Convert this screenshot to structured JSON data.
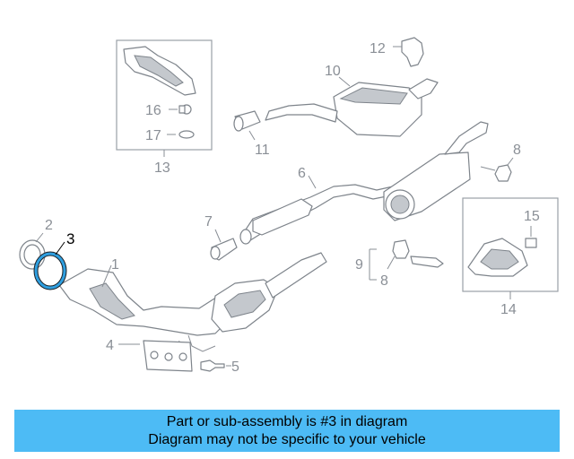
{
  "callouts": {
    "c1": "1",
    "c2": "2",
    "c3": "3",
    "c4": "4",
    "c5": "5",
    "c6": "6",
    "c7": "7",
    "c8a": "8",
    "c8b": "8",
    "c9": "9",
    "c10": "10",
    "c11": "11",
    "c12": "12",
    "c13": "13",
    "c14": "14",
    "c15": "15",
    "c16": "16",
    "c17": "17"
  },
  "highlight": {
    "part_number": "3",
    "color": "#2f9fe0"
  },
  "banner": {
    "line1": "Part or sub-assembly is #3 in diagram",
    "line2": "Diagram may not be specific to your vehicle",
    "background": "#4dbbf5"
  }
}
